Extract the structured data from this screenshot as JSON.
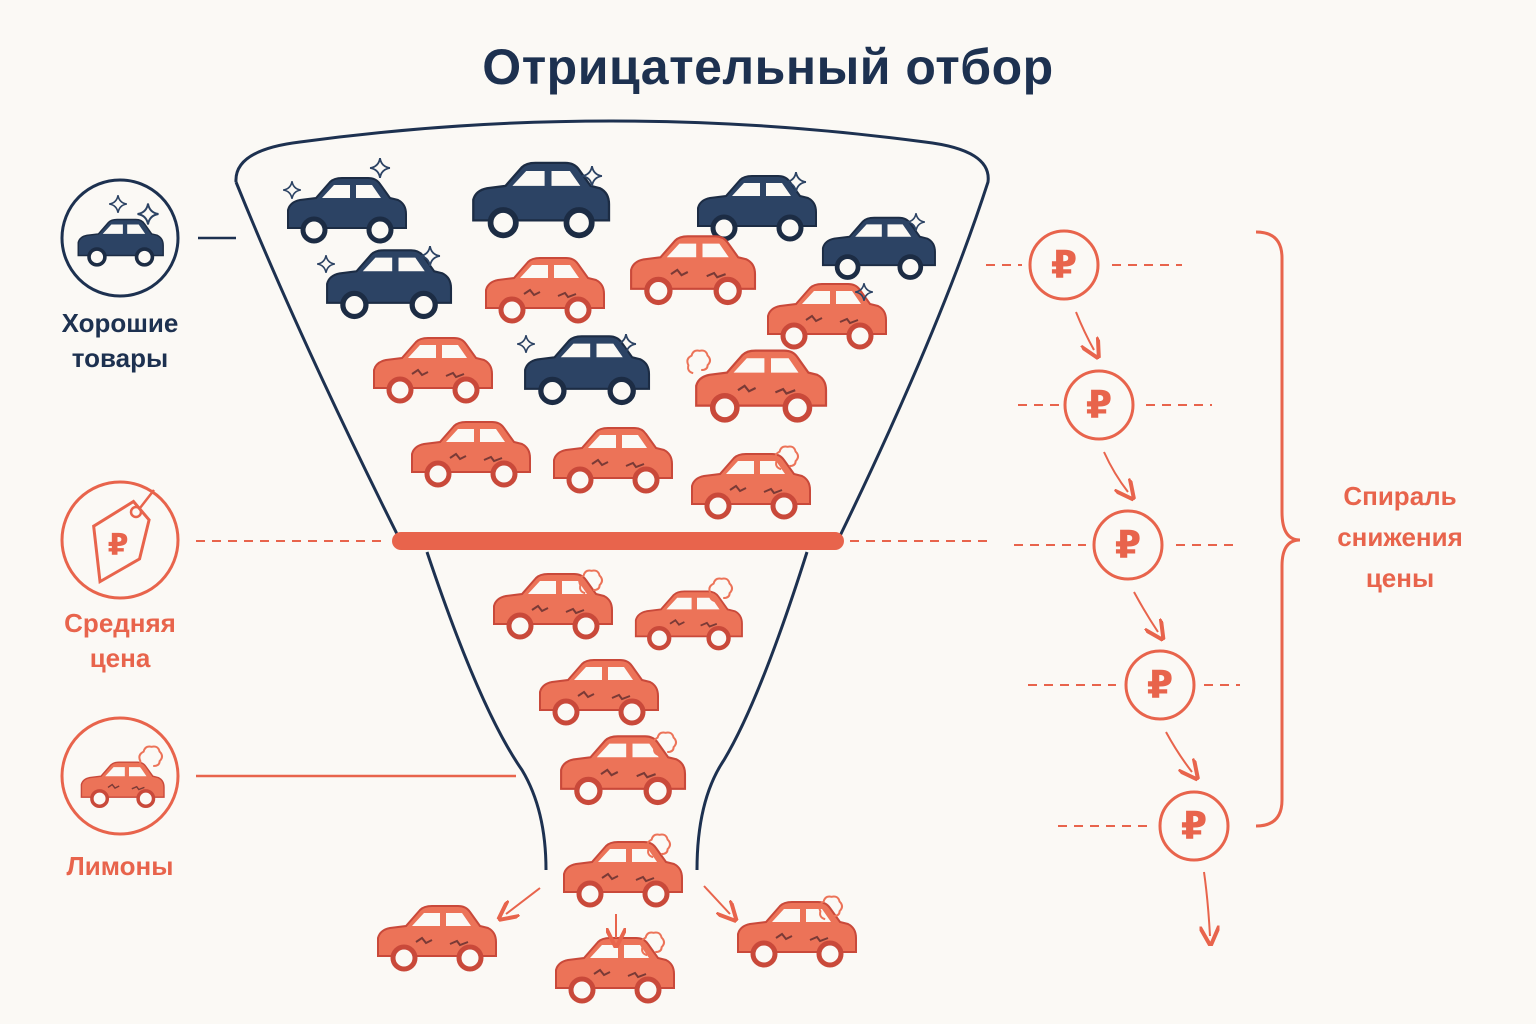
{
  "title": "Отрицательный отбор",
  "labels": {
    "good": "Хорошие\nтовары",
    "average_price": "Средняя\nцена",
    "lemons": "Лимоны",
    "spiral": "Спираль\nснижения\nцены"
  },
  "currency_symbol": "₽",
  "colors": {
    "good": "#2c4364",
    "lemon": "#e8644c",
    "title": "#1d3150",
    "background": "#fbf9f5"
  },
  "icons": {
    "good_item": "car-sparkle-icon",
    "price_tag": "ruble-price-tag-icon",
    "lemon_item": "broken-car-smoke-icon",
    "price_coin": "ruble-coin-icon"
  }
}
